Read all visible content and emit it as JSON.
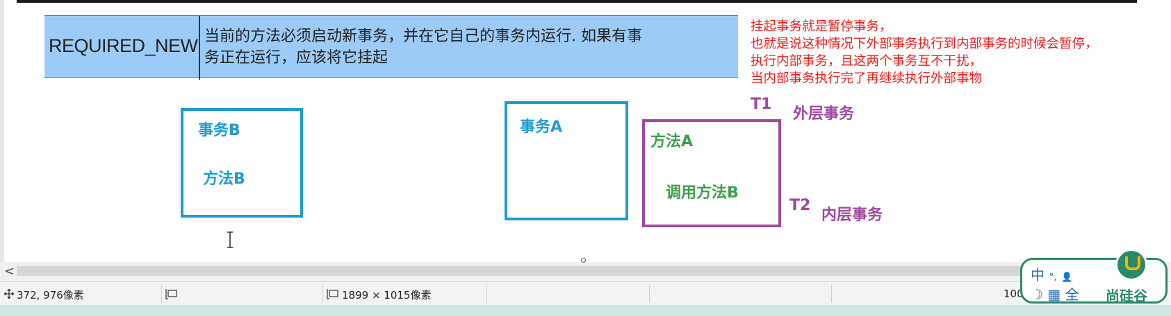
{
  "table": {
    "name": "REQUIRED_NEW",
    "desc_line1": "当前的方法必须启动新事务，并在它自己的事务内运行. 如果有事",
    "desc_line2": "务正在运行，应该将它挂起"
  },
  "note": {
    "lines": [
      "挂起事务就是暂停事务，",
      "也就是说这种情况下外部事务执行到内部事务的时候会暂停，",
      "执行内部事务，且这两个事务互不干扰，",
      "当内部事务执行完了再继续执行外部事物"
    ]
  },
  "diagram": {
    "box_b_title": "事务B",
    "box_b_method": "方法B",
    "box_a_title": "事务A",
    "inner_method": "方法A",
    "inner_call": "调用方法B",
    "t1": "T1",
    "t1_label": "外层事务",
    "t2": "T2",
    "t2_label": "内层事务"
  },
  "scrollbar": {
    "left_arrow": "<",
    "right_arrow": "⌄"
  },
  "status": {
    "cursor_pos": "372, 976像素",
    "selection": "",
    "image_size": "1899 × 1015像素",
    "zoom": "100"
  },
  "ime": {
    "lang": "中",
    "punct": "°,",
    "user": "👤",
    "moon": "☽",
    "keyboard": "▦",
    "full": "全",
    "brand": "尚硅谷"
  },
  "colors": {
    "table_bg": "#9ccbf7",
    "note": "#e8201e",
    "blue": "#1e9cd0",
    "green": "#3ba04a",
    "purple": "#a048a0"
  }
}
